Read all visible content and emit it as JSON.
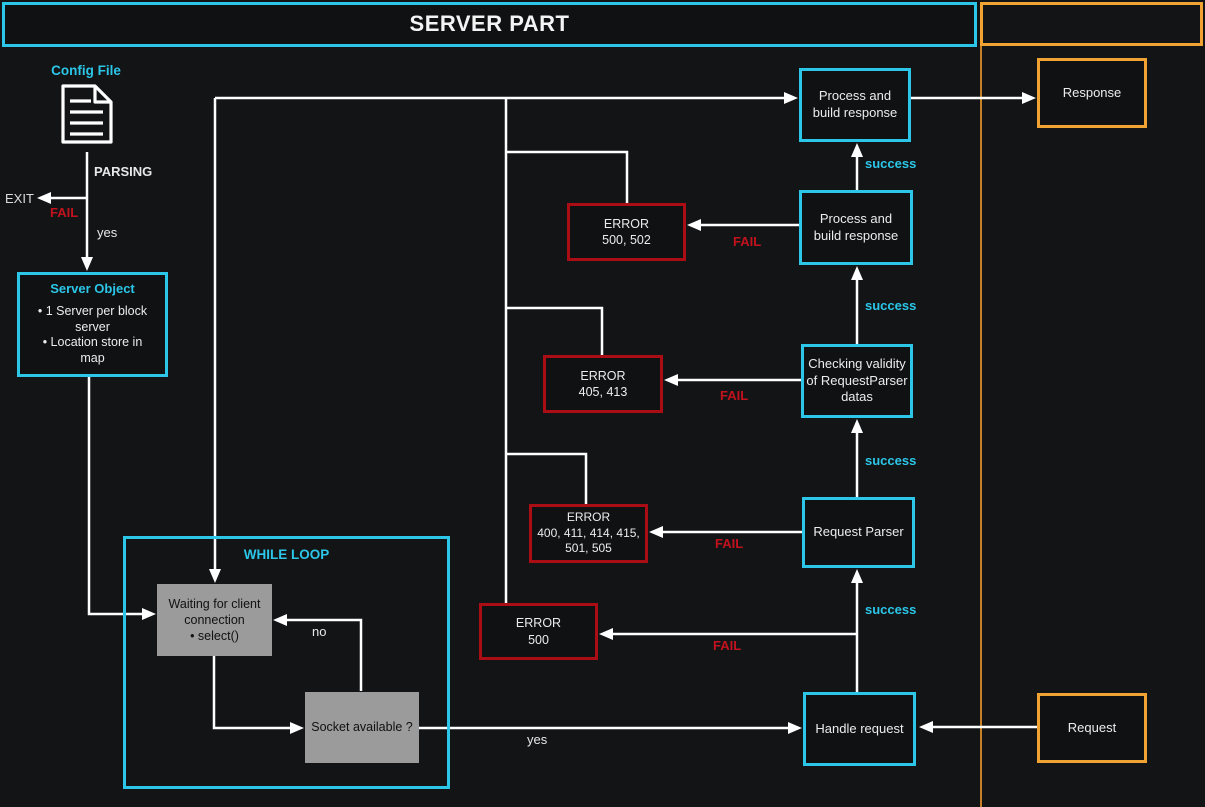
{
  "header": {
    "title": "SERVER PART"
  },
  "palette": {
    "cyan": "#2BC6E8",
    "red_border": "#AA0E14",
    "red_text": "#C2121D",
    "orange": "#F0A233",
    "gray_box": "#9B9B9B",
    "line_white": "#FFFFFF"
  },
  "config_flow": {
    "config_file_label": "Config File",
    "parsing_label": "PARSING",
    "exit_label": "EXIT",
    "fail_label": "FAIL",
    "yes_label": "yes",
    "server_object": {
      "title": "Server Object",
      "bullets": [
        "• 1 Server per block\nserver",
        "• Location store in\nmap"
      ]
    }
  },
  "while_loop": {
    "title": "WHILE LOOP",
    "waiting_box_text": "Waiting for client\nconnection\n• select()",
    "socket_box_text": "Socket available ?",
    "no_label": "no",
    "yes_label": "yes"
  },
  "pipeline": {
    "handle_request": "Handle request",
    "request_parser": "Request Parser",
    "checking_validity": "Checking validity\nof RequestParser\ndatas",
    "process_build_response_mid": "Process and\nbuild response",
    "process_build_response_top": "Process and\nbuild response",
    "success_label": "success",
    "fail_label": "FAIL"
  },
  "errors": {
    "err_500_502": "ERROR\n500, 502",
    "err_405_413": "ERROR\n405, 413",
    "err_400_group": "ERROR\n400, 411, 414, 415,\n501, 505",
    "err_500": "ERROR\n500"
  },
  "io": {
    "response_label": "Response",
    "request_label": "Request"
  }
}
